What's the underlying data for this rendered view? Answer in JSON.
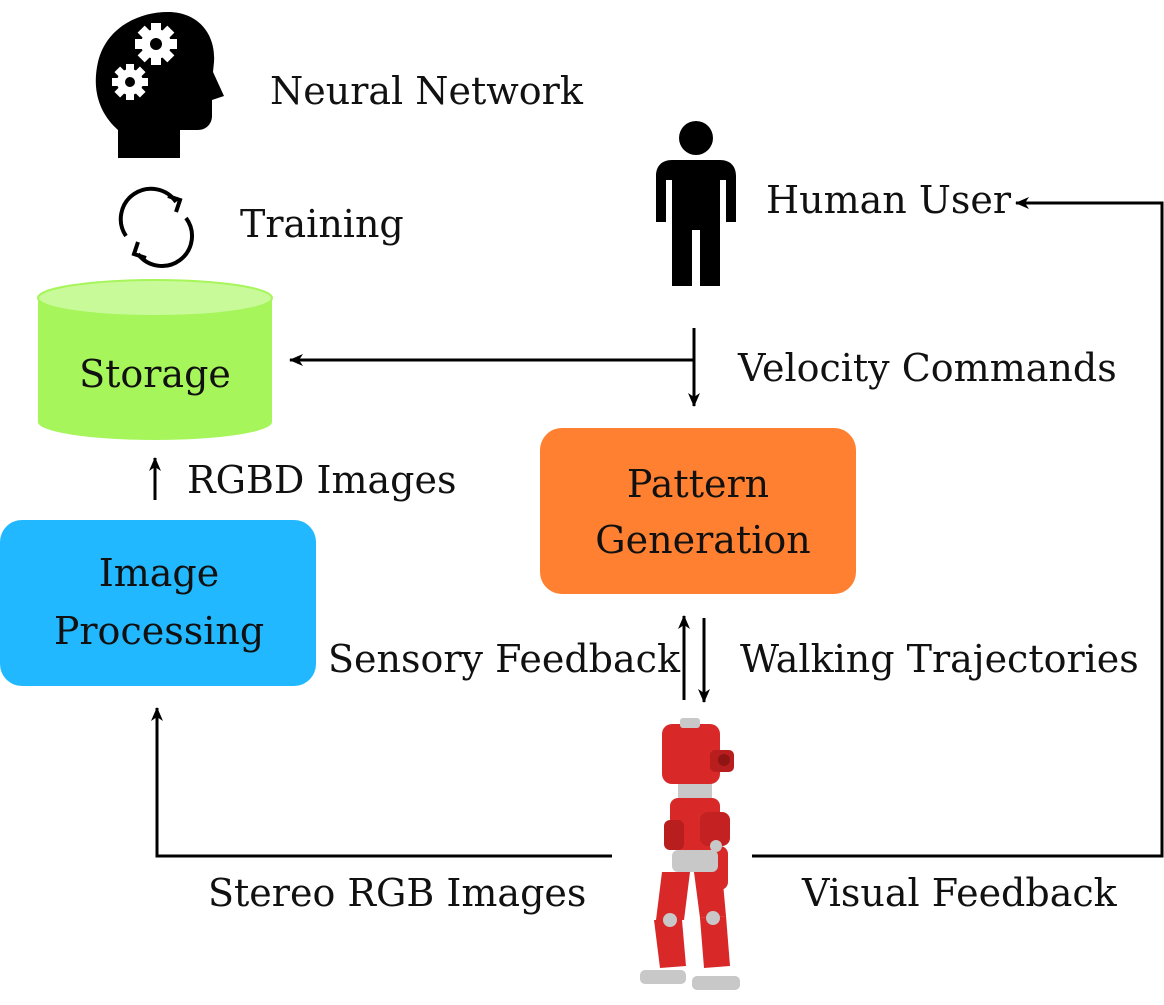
{
  "labels": {
    "neural_network": "Neural Network",
    "training": "Training",
    "human_user": "Human User",
    "storage": "Storage",
    "velocity_commands": "Velocity Commands",
    "rgbd_images": "RGBD Images",
    "pattern_generation_line1": "Pattern",
    "pattern_generation_line2": "Generation",
    "image_processing_line1": "Image",
    "image_processing_line2": "Processing",
    "sensory_feedback": "Sensory Feedback",
    "walking_trajectories": "Walking Trajectories",
    "stereo_rgb_images": "Stereo RGB Images",
    "visual_feedback": "Visual Feedback"
  },
  "colors": {
    "storage_fill": "#a6f55a",
    "storage_top": "#c9fa9a",
    "pattern_generation_fill": "#ff8030",
    "image_processing_fill": "#22b8ff",
    "robot_red": "#d82828",
    "robot_grey": "#c8c8c8",
    "ink": "#000000"
  },
  "icons": {
    "head": "head-with-gears-icon",
    "cycle": "refresh-cycle-icon",
    "person": "person-icon",
    "robot": "humanoid-robot-icon"
  }
}
